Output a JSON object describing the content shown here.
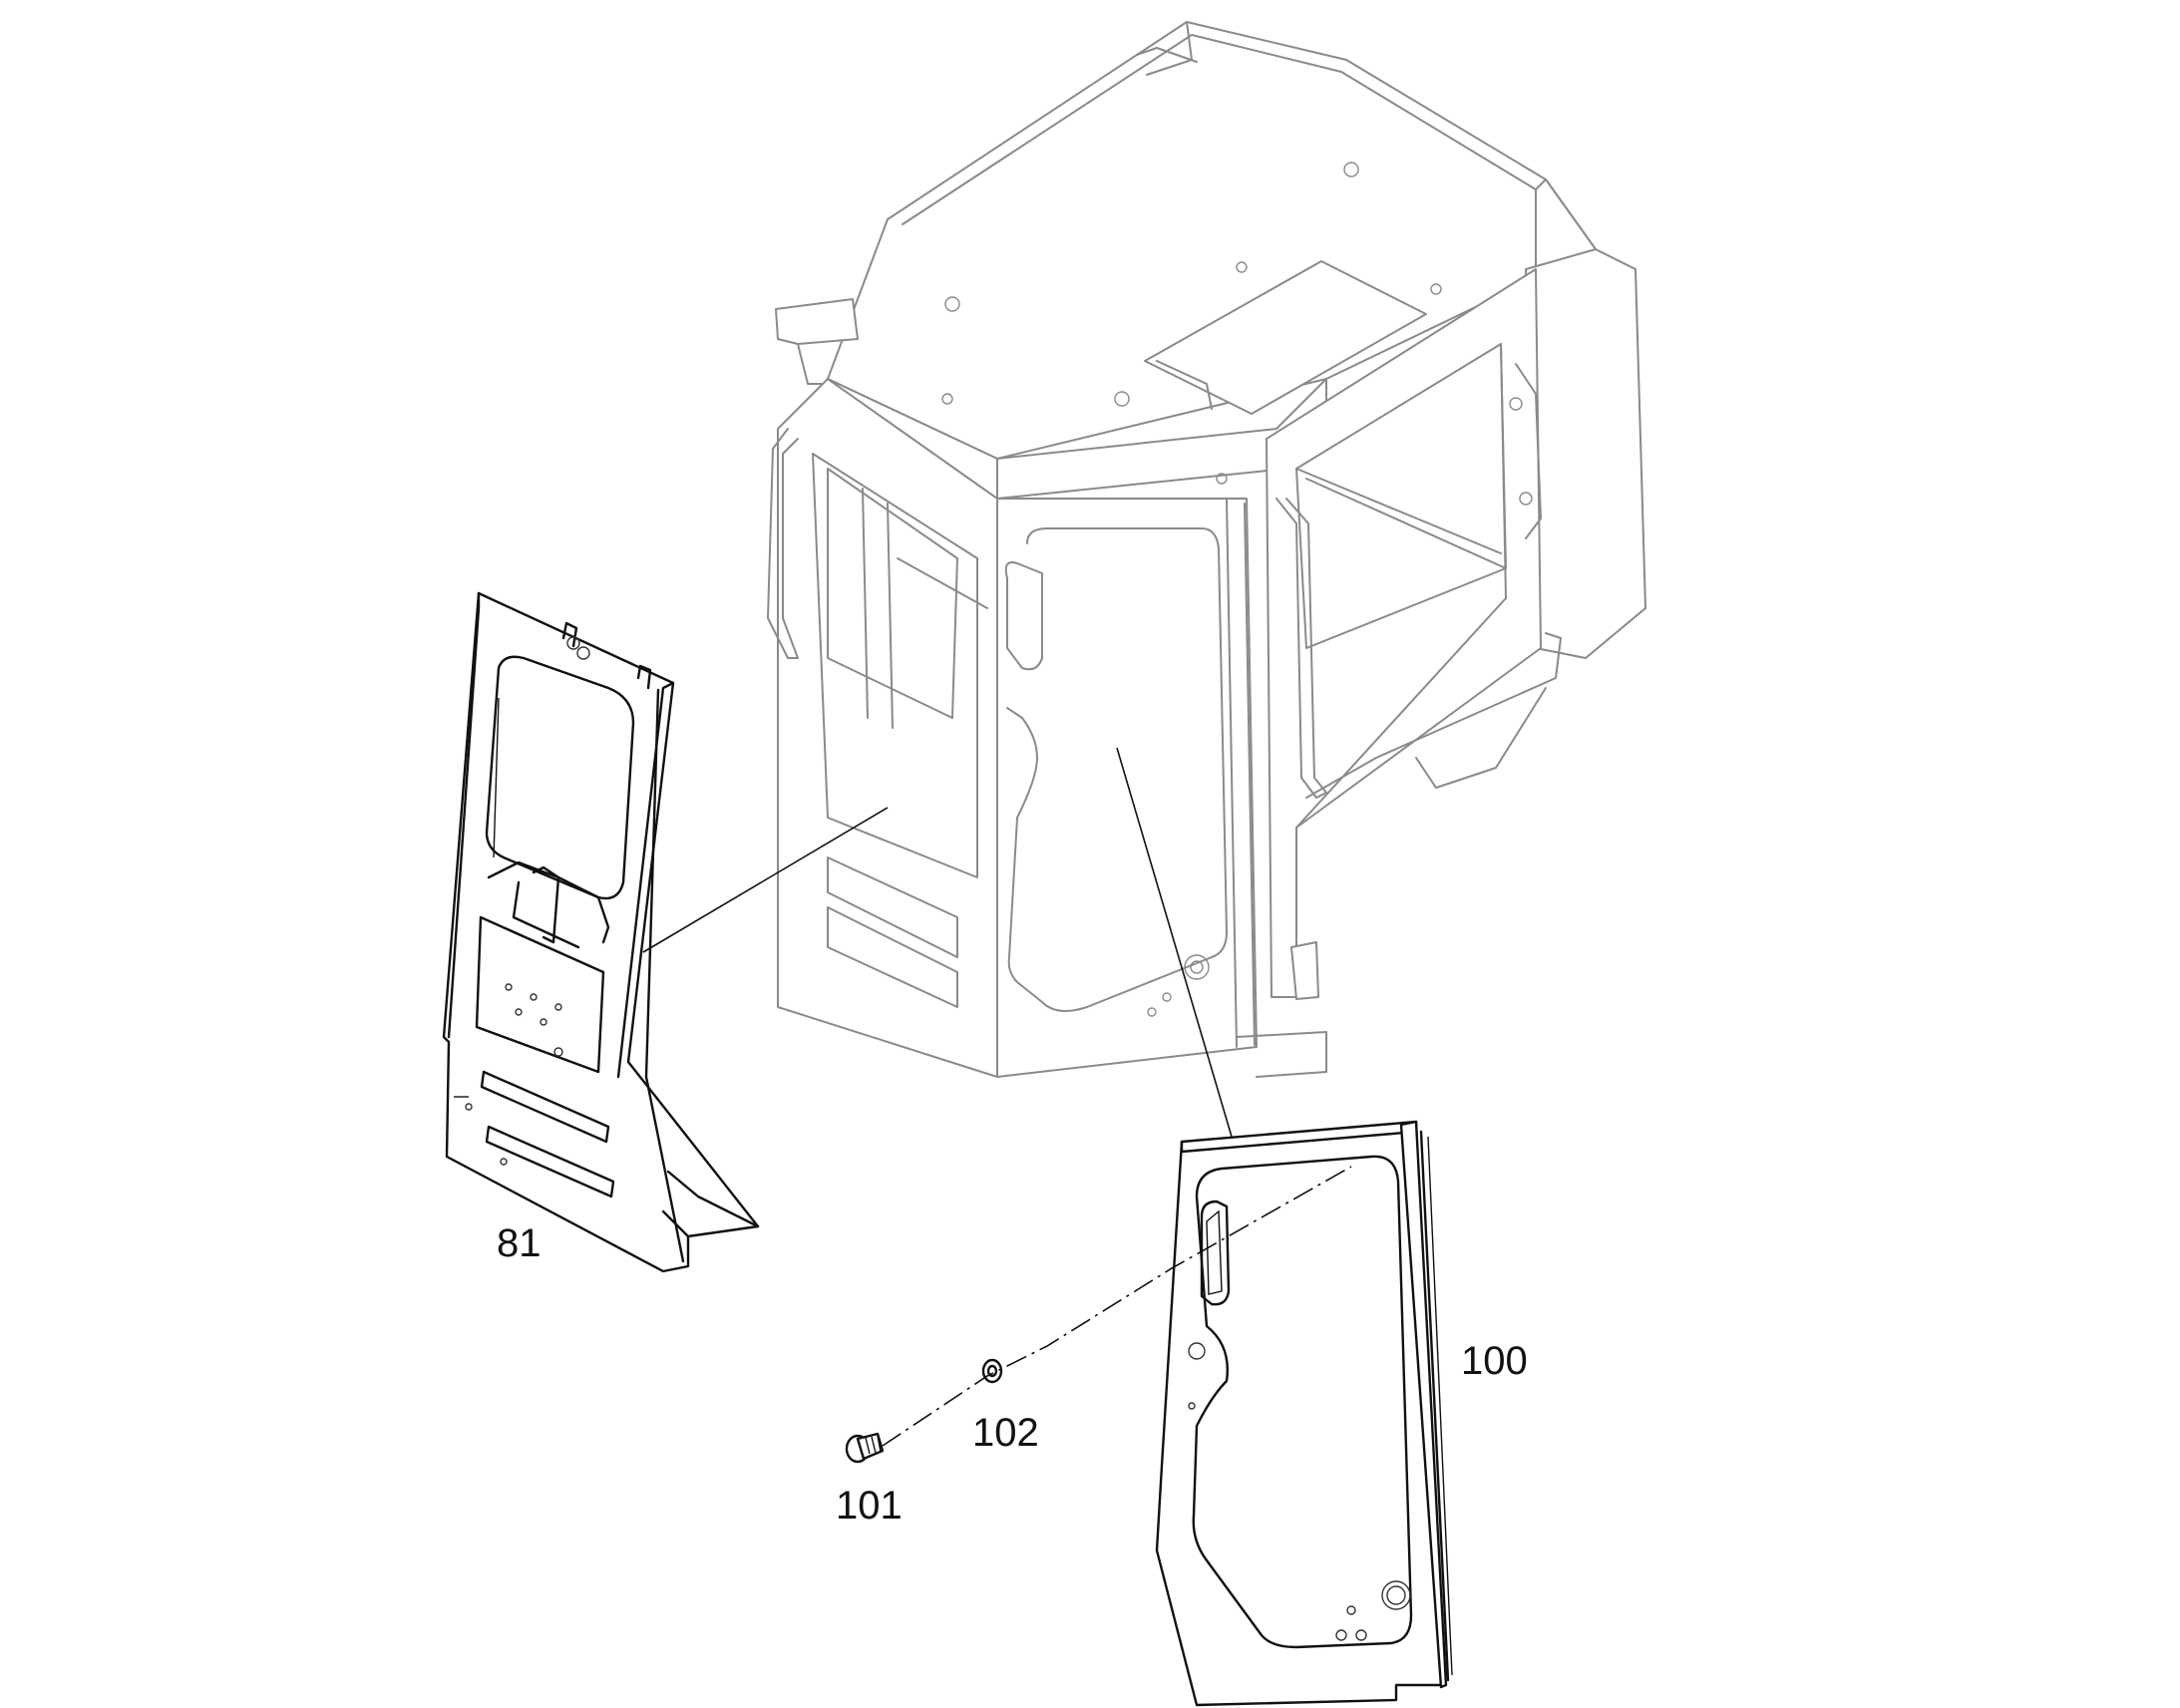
{
  "diagram": {
    "callouts": {
      "panel": "81",
      "door": "100",
      "bolt": "101",
      "washer": "102"
    },
    "colors": {
      "part_stroke": "#111111",
      "cab_stroke": "#8a8a8a",
      "background": "#ffffff"
    }
  }
}
